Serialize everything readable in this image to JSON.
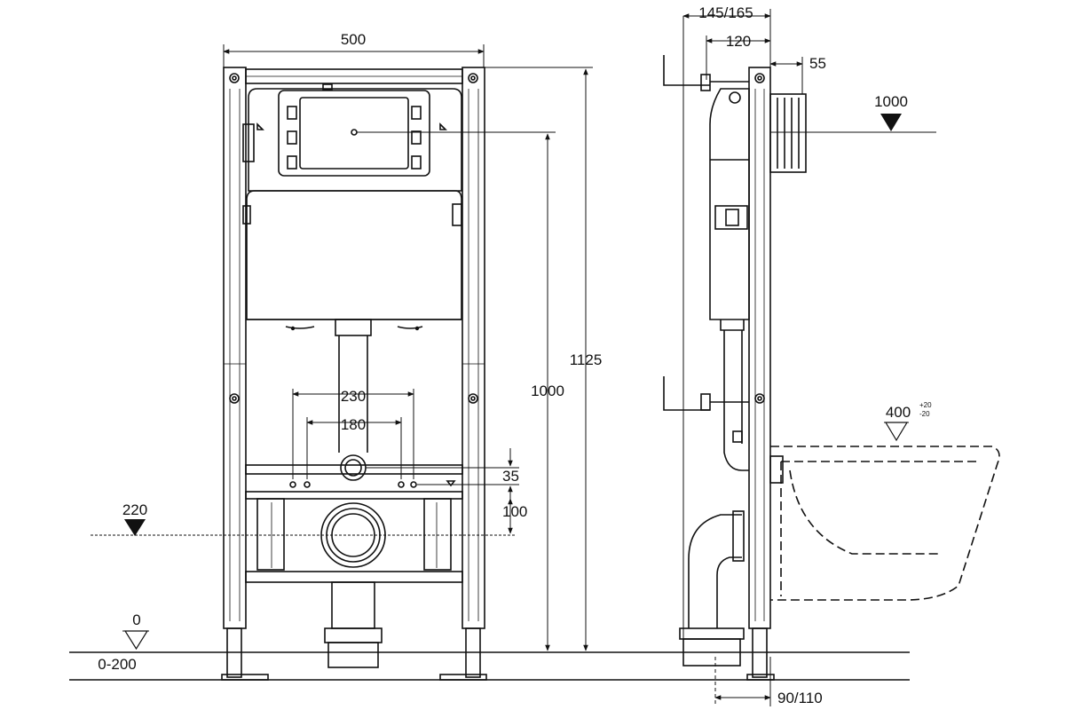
{
  "labels": {
    "w500": "500",
    "h1125": "1125",
    "h1000": "1000",
    "d230": "230",
    "d180": "180",
    "d35": "35",
    "d100": "100",
    "lvl220": "220",
    "lvl0": "0",
    "lvl0_200": "0-200",
    "s145_165": "145/165",
    "s120": "120",
    "s55": "55",
    "lvl1000": "1000",
    "lvl400": "400",
    "tol_plus": "+20",
    "tol_minus": "-20",
    "s90_110": "90/110"
  }
}
